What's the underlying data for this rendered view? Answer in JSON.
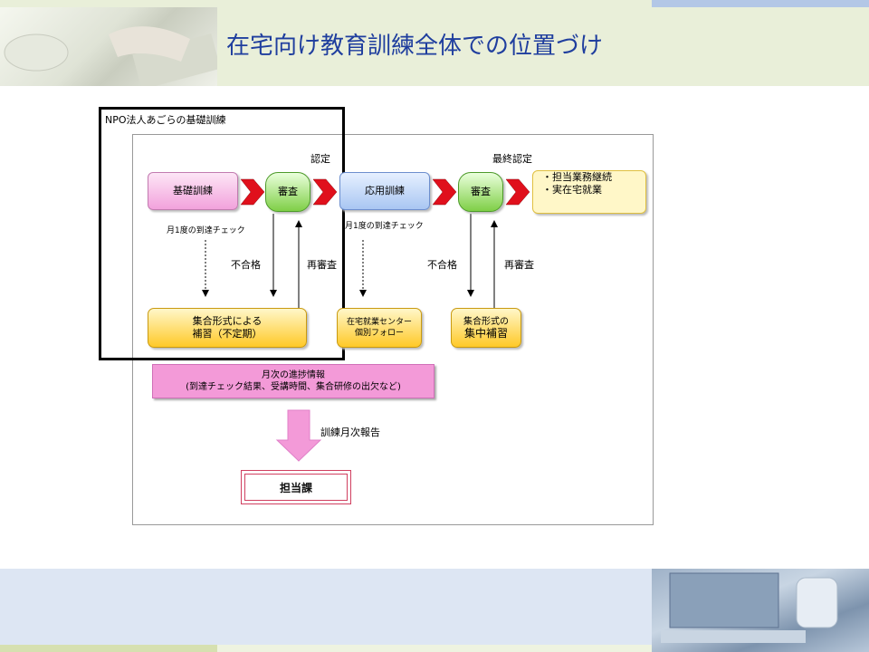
{
  "slide": {
    "title": "在宅向け教育訓練全体での位置づけ"
  },
  "diagram": {
    "npo_label": "NPO法人あごらの基礎訓練",
    "labels": {
      "certification": "認定",
      "final_certification": "最終認定",
      "monthly_check_1": "月1度の到達チェック",
      "monthly_check_2": "月1度の到達チェック",
      "fail_1": "不合格",
      "retest_1": "再審査",
      "fail_2": "不合格",
      "retest_2": "再審査",
      "monthly_report": "訓練月次報告"
    },
    "boxes": {
      "basic_training": "基礎訓練",
      "review_1": "審査",
      "applied_training": "応用訓練",
      "review_2": "審査",
      "outcome_line1": "・担当業務継続",
      "outcome_line2": "・実在宅就業",
      "group_supp_line1": "集合形式による",
      "group_supp_line2": "補習（不定期）",
      "center_follow_line1": "在宅就業センター",
      "center_follow_line2": "個別フォロー",
      "intensive_line1": "集合形式の",
      "intensive_line2": "集中補習",
      "progress_line1": "月次の進捗情報",
      "progress_line2": "(到達チェック結果、受講時間、集合研修の出欠など)",
      "report_to": "担当課"
    },
    "colors": {
      "title": "#1f3e9e",
      "arrow_red": "#e0101c",
      "pink_arrow": "#f39ad8",
      "npo_frame": "#000000"
    }
  }
}
